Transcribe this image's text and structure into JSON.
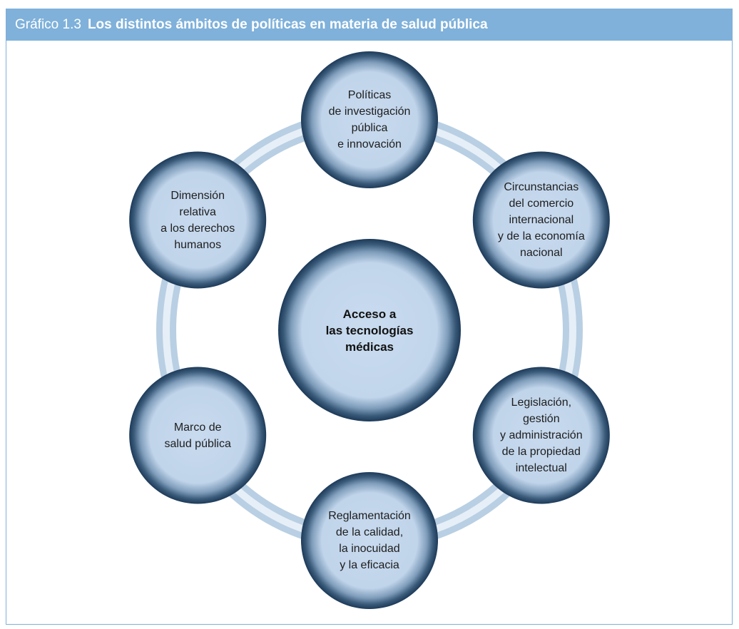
{
  "figure": {
    "label": "Gráfico 1.3",
    "title": "Los distintos ámbitos de políticas en materia de salud pública"
  },
  "center": {
    "text": "Acceso a\nlas tecnologías\nmédicas"
  },
  "nodes": [
    {
      "id": "politicas-investigacion",
      "text": "Políticas\nde investigación\npública\ne innovación"
    },
    {
      "id": "circunstancias-comercio",
      "text": "Circunstancias\ndel comercio\ninternacional\ny de la economía\nnacional"
    },
    {
      "id": "legislacion-propiedad",
      "text": "Legislación,\ngestión\ny administración\nde la propiedad\nintelectual"
    },
    {
      "id": "reglamentacion-calidad",
      "text": "Reglamentación\nde la calidad,\nla inocuidad\ny la eficacia"
    },
    {
      "id": "marco-salud",
      "text": "Marco de\nsalud pública"
    },
    {
      "id": "dimension-derechos",
      "text": "Dimensión\nrelativa\na los derechos\nhumanos"
    }
  ],
  "colors": {
    "header_bg": "#7fb1da",
    "ring": "#c9dcec",
    "node_fill": "#c6d8ec",
    "node_edge": "#1f3f5e"
  }
}
